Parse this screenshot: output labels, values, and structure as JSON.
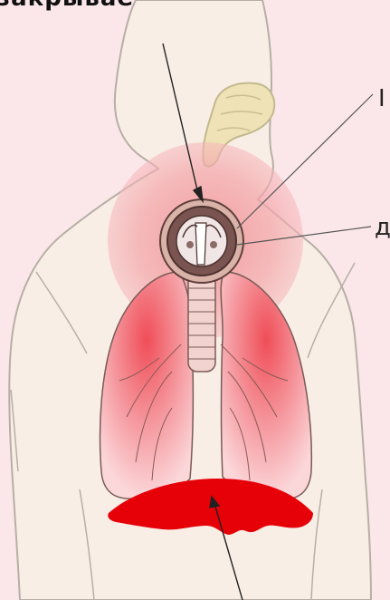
{
  "labels": {
    "top_caption": "закрывается",
    "right_label_1": "I",
    "right_label_2": "д"
  },
  "colors": {
    "background": "#fbe7ea",
    "lungs": "#f06b72",
    "diaphragm": "#e8000a",
    "glow": "#f4a0a5",
    "skin_outline": "#b9b0a6",
    "larynx": "#6b4a45"
  }
}
